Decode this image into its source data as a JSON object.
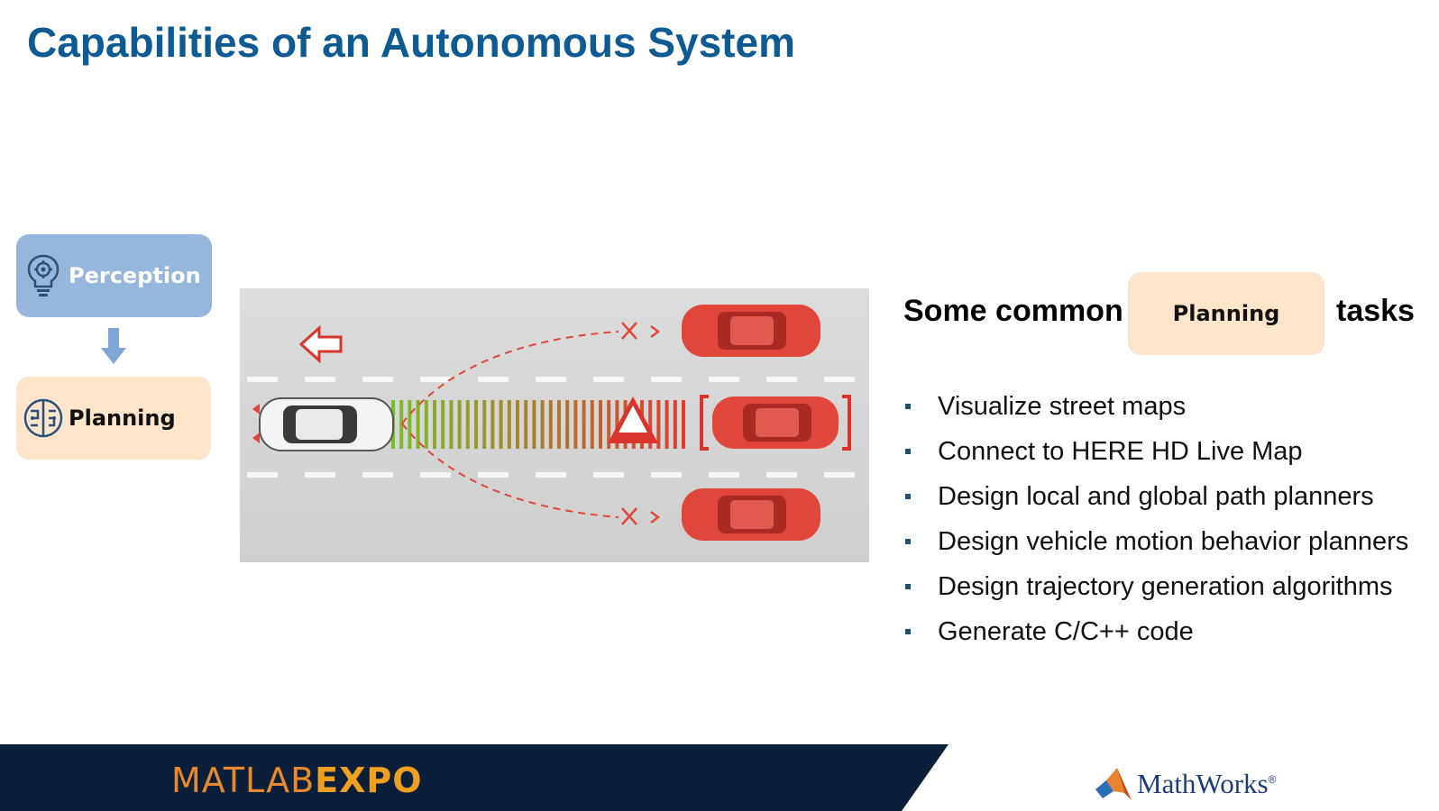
{
  "slide": {
    "title": "Capabilities of an Autonomous System"
  },
  "flow": {
    "perception_label": "Perception",
    "planning_label": "Planning"
  },
  "tasks_panel": {
    "headline_prefix": "Some common",
    "headline_chip": "Planning",
    "headline_suffix": "tasks",
    "items": [
      "Visualize street maps",
      "Connect to HERE HD Live Map",
      "Design local and global path planners",
      "Design vehicle motion behavior planners",
      "Design trajectory generation algorithms",
      "Generate C/C++ code"
    ]
  },
  "footer": {
    "expo_part1": "MATLAB",
    "expo_part2": "EXPO",
    "brand": "MathWorks",
    "brand_mark": "®"
  },
  "colors": {
    "title": "#0e5a93",
    "perception_box": "#97b6dc",
    "planning_box": "#fde5cc",
    "footer_band": "#0b1f3a",
    "car_red": "#e0463a"
  },
  "icons": {
    "perception": "lightbulb-gear-icon",
    "planning": "brain-icon",
    "flow_arrow": "arrow-down-icon",
    "scene_arrow": "arrow-left-icon",
    "warning": "warning-triangle-icon",
    "brand": "mathworks-membrane-icon"
  }
}
